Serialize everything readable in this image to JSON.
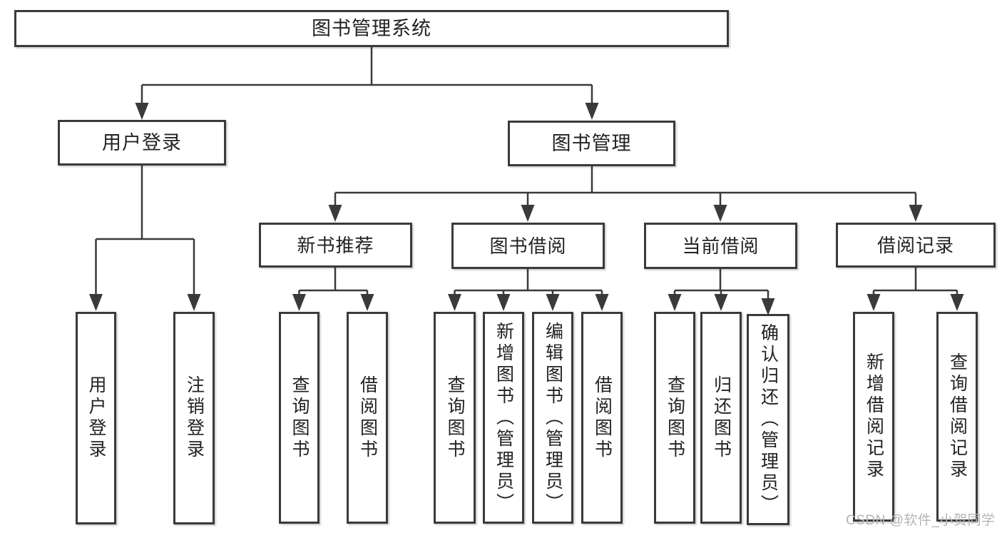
{
  "diagram": {
    "title": "图书管理系统",
    "branches": {
      "login": {
        "label": "用户登录",
        "children": [
          "用户登录",
          "注销登录"
        ]
      },
      "management": {
        "label": "图书管理",
        "sections": [
          {
            "label": "新书推荐",
            "children": [
              "查询图书",
              "借阅图书"
            ]
          },
          {
            "label": "图书借阅",
            "children": [
              "查询图书",
              "新增图书（管理员）",
              "编辑图书（管理员）",
              "借阅图书"
            ]
          },
          {
            "label": "当前借阅",
            "children": [
              "查询图书",
              "归还图书",
              "确认归还（管理员）"
            ]
          },
          {
            "label": "借阅记录",
            "children": [
              "新增借阅记录",
              "查询借阅记录"
            ]
          }
        ]
      }
    }
  },
  "watermark": {
    "text": "CSDN @软件_小贺同学"
  },
  "colors": {
    "line": "#3a3a3a",
    "text": "#222222",
    "watermark": "#b5b5b5",
    "background": "#ffffff"
  }
}
